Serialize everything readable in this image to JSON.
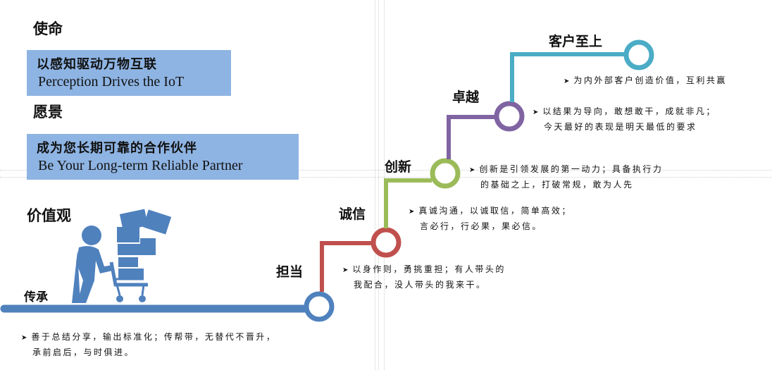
{
  "mission": {
    "heading": "使命",
    "cn": "以感知驱动万物互联",
    "en": "Perception  Drives the  IoT"
  },
  "vision": {
    "heading": "愿景",
    "cn": "成为您长期可靠的合作伙伴",
    "en": "Be Your Long-term Reliable Partner"
  },
  "values": {
    "heading": "价值观",
    "stages": [
      {
        "label": "传承",
        "color": "#4f81bd",
        "desc_line1": "善于总结分享，输出标准化；传帮带，无替代不晋升，",
        "desc_line2": "承前启后，与时俱进。"
      },
      {
        "label": "担当",
        "color": "#c0504d",
        "desc_line1": "以身作则，勇挑重担；有人带头的",
        "desc_line2": "我配合，没人带头的我来干。"
      },
      {
        "label": "诚信",
        "color": "#9bbb59",
        "desc_line1": "真诚沟通，以诚取信，简单高效；",
        "desc_line2": "言必行，行必果，果必信。"
      },
      {
        "label": "创新",
        "color": "#8064a2",
        "desc_line1": "创新是引领发展的第一动力；具备执行力",
        "desc_line2": "的基础之上，打破常规，敢为人先"
      },
      {
        "label": "卓越",
        "color": "#4bacc6",
        "desc_line1": "以结果为导向，敢想敢干，成就非凡；",
        "desc_line2": "今天最好的表现是明天最低的要求"
      },
      {
        "label": "客户至上",
        "color": "#4bacc6",
        "desc_line1": "为内外部客户创造价值，互利共赢",
        "desc_line2": ""
      }
    ]
  },
  "bullet_icon": "arrow-bullet-icon",
  "illustration_icon": "person-pushing-cart-icon"
}
